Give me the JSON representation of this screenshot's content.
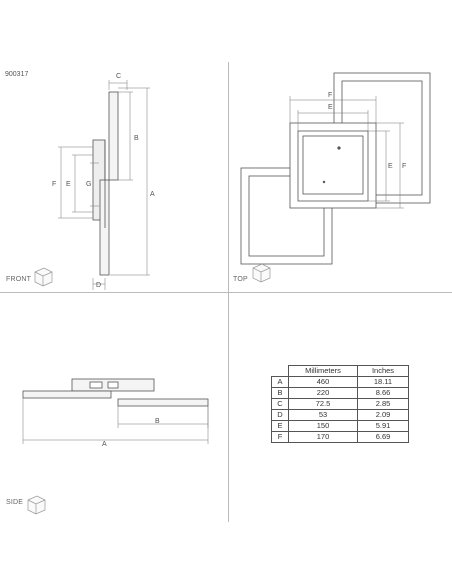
{
  "model_number": "900317",
  "views": {
    "front": "FRONT",
    "top": "TOP",
    "side": "SIDE"
  },
  "dimension_letters": {
    "front": [
      "C",
      "B",
      "A",
      "F",
      "E",
      "G",
      "D"
    ],
    "top": [
      "F",
      "E",
      "E",
      "F"
    ],
    "side": [
      "B",
      "A"
    ]
  },
  "table": {
    "headers": [
      "Millimeters",
      "Inches"
    ],
    "rows": [
      {
        "key": "A",
        "mm": "460",
        "in": "18.11"
      },
      {
        "key": "B",
        "mm": "220",
        "in": "8.66"
      },
      {
        "key": "C",
        "mm": "72.5",
        "in": "2.85"
      },
      {
        "key": "D",
        "mm": "53",
        "in": "2.09"
      },
      {
        "key": "E",
        "mm": "150",
        "in": "5.91"
      },
      {
        "key": "F",
        "mm": "170",
        "in": "6.69"
      }
    ]
  }
}
